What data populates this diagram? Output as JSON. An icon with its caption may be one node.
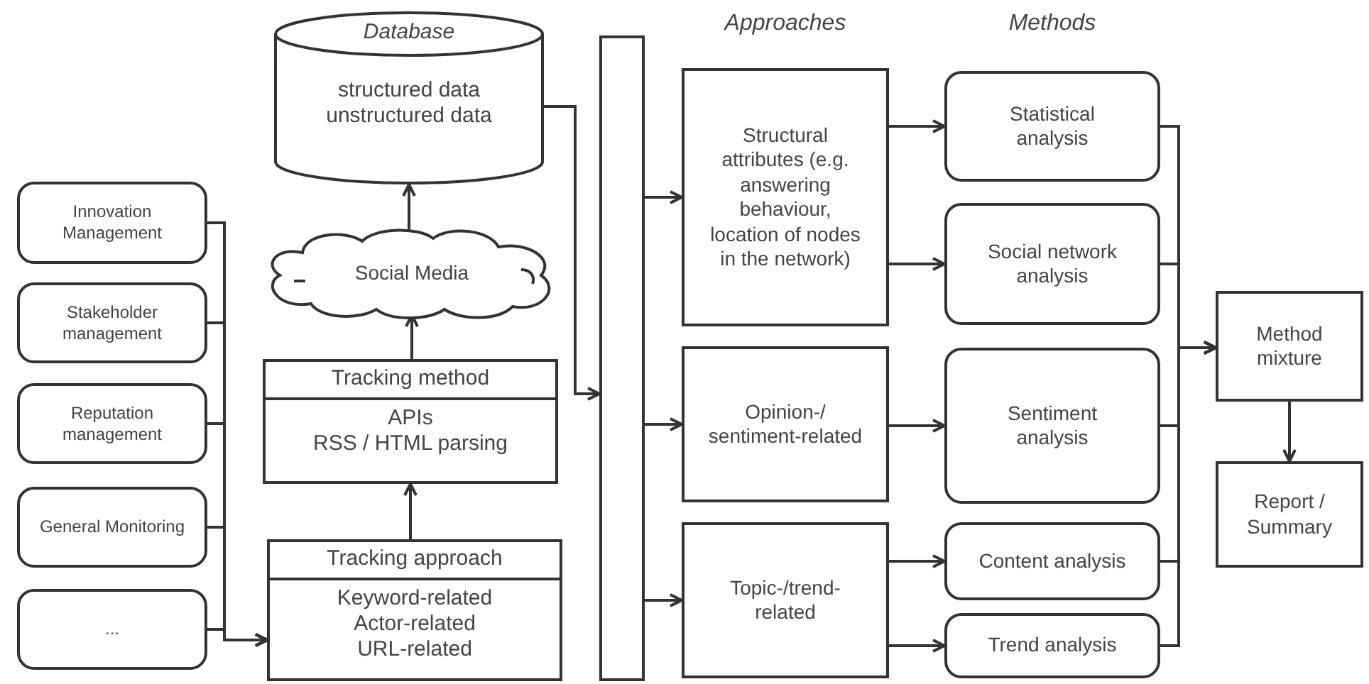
{
  "diagram": {
    "nodes": [
      {
        "text": [
          "Innovation Management"
        ]
      },
      {
        "text": [
          "Stakeholder management"
        ]
      },
      {
        "text": [
          "Reputation management"
        ]
      },
      {
        "text": [
          "General Monitoring"
        ]
      },
      {
        "text": [
          "..."
        ]
      },
      {
        "text": [
          "Tracking approach",
          "Keyword-related",
          "Actor-related",
          "URL-related"
        ]
      },
      {
        "text": [
          "Tracking method",
          "APIs",
          "RSS / HTML parsing"
        ]
      },
      {
        "text": [
          "Social Media"
        ]
      },
      {
        "text": [
          "Database",
          "structured data",
          "unstructured data"
        ]
      },
      {
        "text": [],
        "shape": "bar"
      },
      {
        "text": [
          "Structural attributes (e.g. answering behaviour, location of nodes in the network)"
        ]
      },
      {
        "text": [
          "Opinion-/ sentiment-related"
        ]
      },
      {
        "text": [
          "Topic-/trend-related"
        ]
      },
      {
        "text": [
          "Statistical analysis"
        ]
      },
      {
        "text": [
          "Social network analysis"
        ]
      },
      {
        "text": [
          "Sentiment analysis"
        ]
      },
      {
        "text": [
          "Content analysis"
        ]
      },
      {
        "text": [
          "Trend analysis"
        ]
      },
      {
        "text": [
          "Method mixture"
        ]
      },
      {
        "text": [
          "Report / Summary"
        ]
      }
    ],
    "edges": [
      {
        "from": 0,
        "to": 5,
        "arrow": "to"
      },
      {
        "from": 1,
        "to": 5,
        "arrow": "to"
      },
      {
        "from": 2,
        "to": 5,
        "arrow": "to"
      },
      {
        "from": 3,
        "to": 5,
        "arrow": "to"
      },
      {
        "from": 4,
        "to": 5,
        "arrow": "to"
      },
      {
        "from": 5,
        "to": 6,
        "arrow": "to"
      },
      {
        "from": 6,
        "to": 7,
        "arrow": "to"
      },
      {
        "from": 7,
        "to": 8,
        "arrow": "to"
      },
      {
        "from": 8,
        "to": 9,
        "arrow": "to"
      },
      {
        "from": 9,
        "to": 10,
        "arrow": "to"
      },
      {
        "from": 9,
        "to": 11,
        "arrow": "to"
      },
      {
        "from": 9,
        "to": 12,
        "arrow": "to"
      },
      {
        "from": 10,
        "to": 13,
        "arrow": "to"
      },
      {
        "from": 10,
        "to": 14,
        "arrow": "to"
      },
      {
        "from": 11,
        "to": 15,
        "arrow": "to"
      },
      {
        "from": 12,
        "to": 16,
        "arrow": "to"
      },
      {
        "from": 12,
        "to": 17,
        "arrow": "to"
      },
      {
        "from": 13,
        "to": 18,
        "arrow": "to"
      },
      {
        "from": 14,
        "to": 18,
        "arrow": "to"
      },
      {
        "from": 15,
        "to": 18,
        "arrow": "to"
      },
      {
        "from": 16,
        "to": 18,
        "arrow": "to"
      },
      {
        "from": 17,
        "to": 18,
        "arrow": "to"
      },
      {
        "from": 18,
        "to": 19,
        "arrow": "to"
      }
    ],
    "labels": [
      "Approaches",
      "Methods"
    ]
  }
}
